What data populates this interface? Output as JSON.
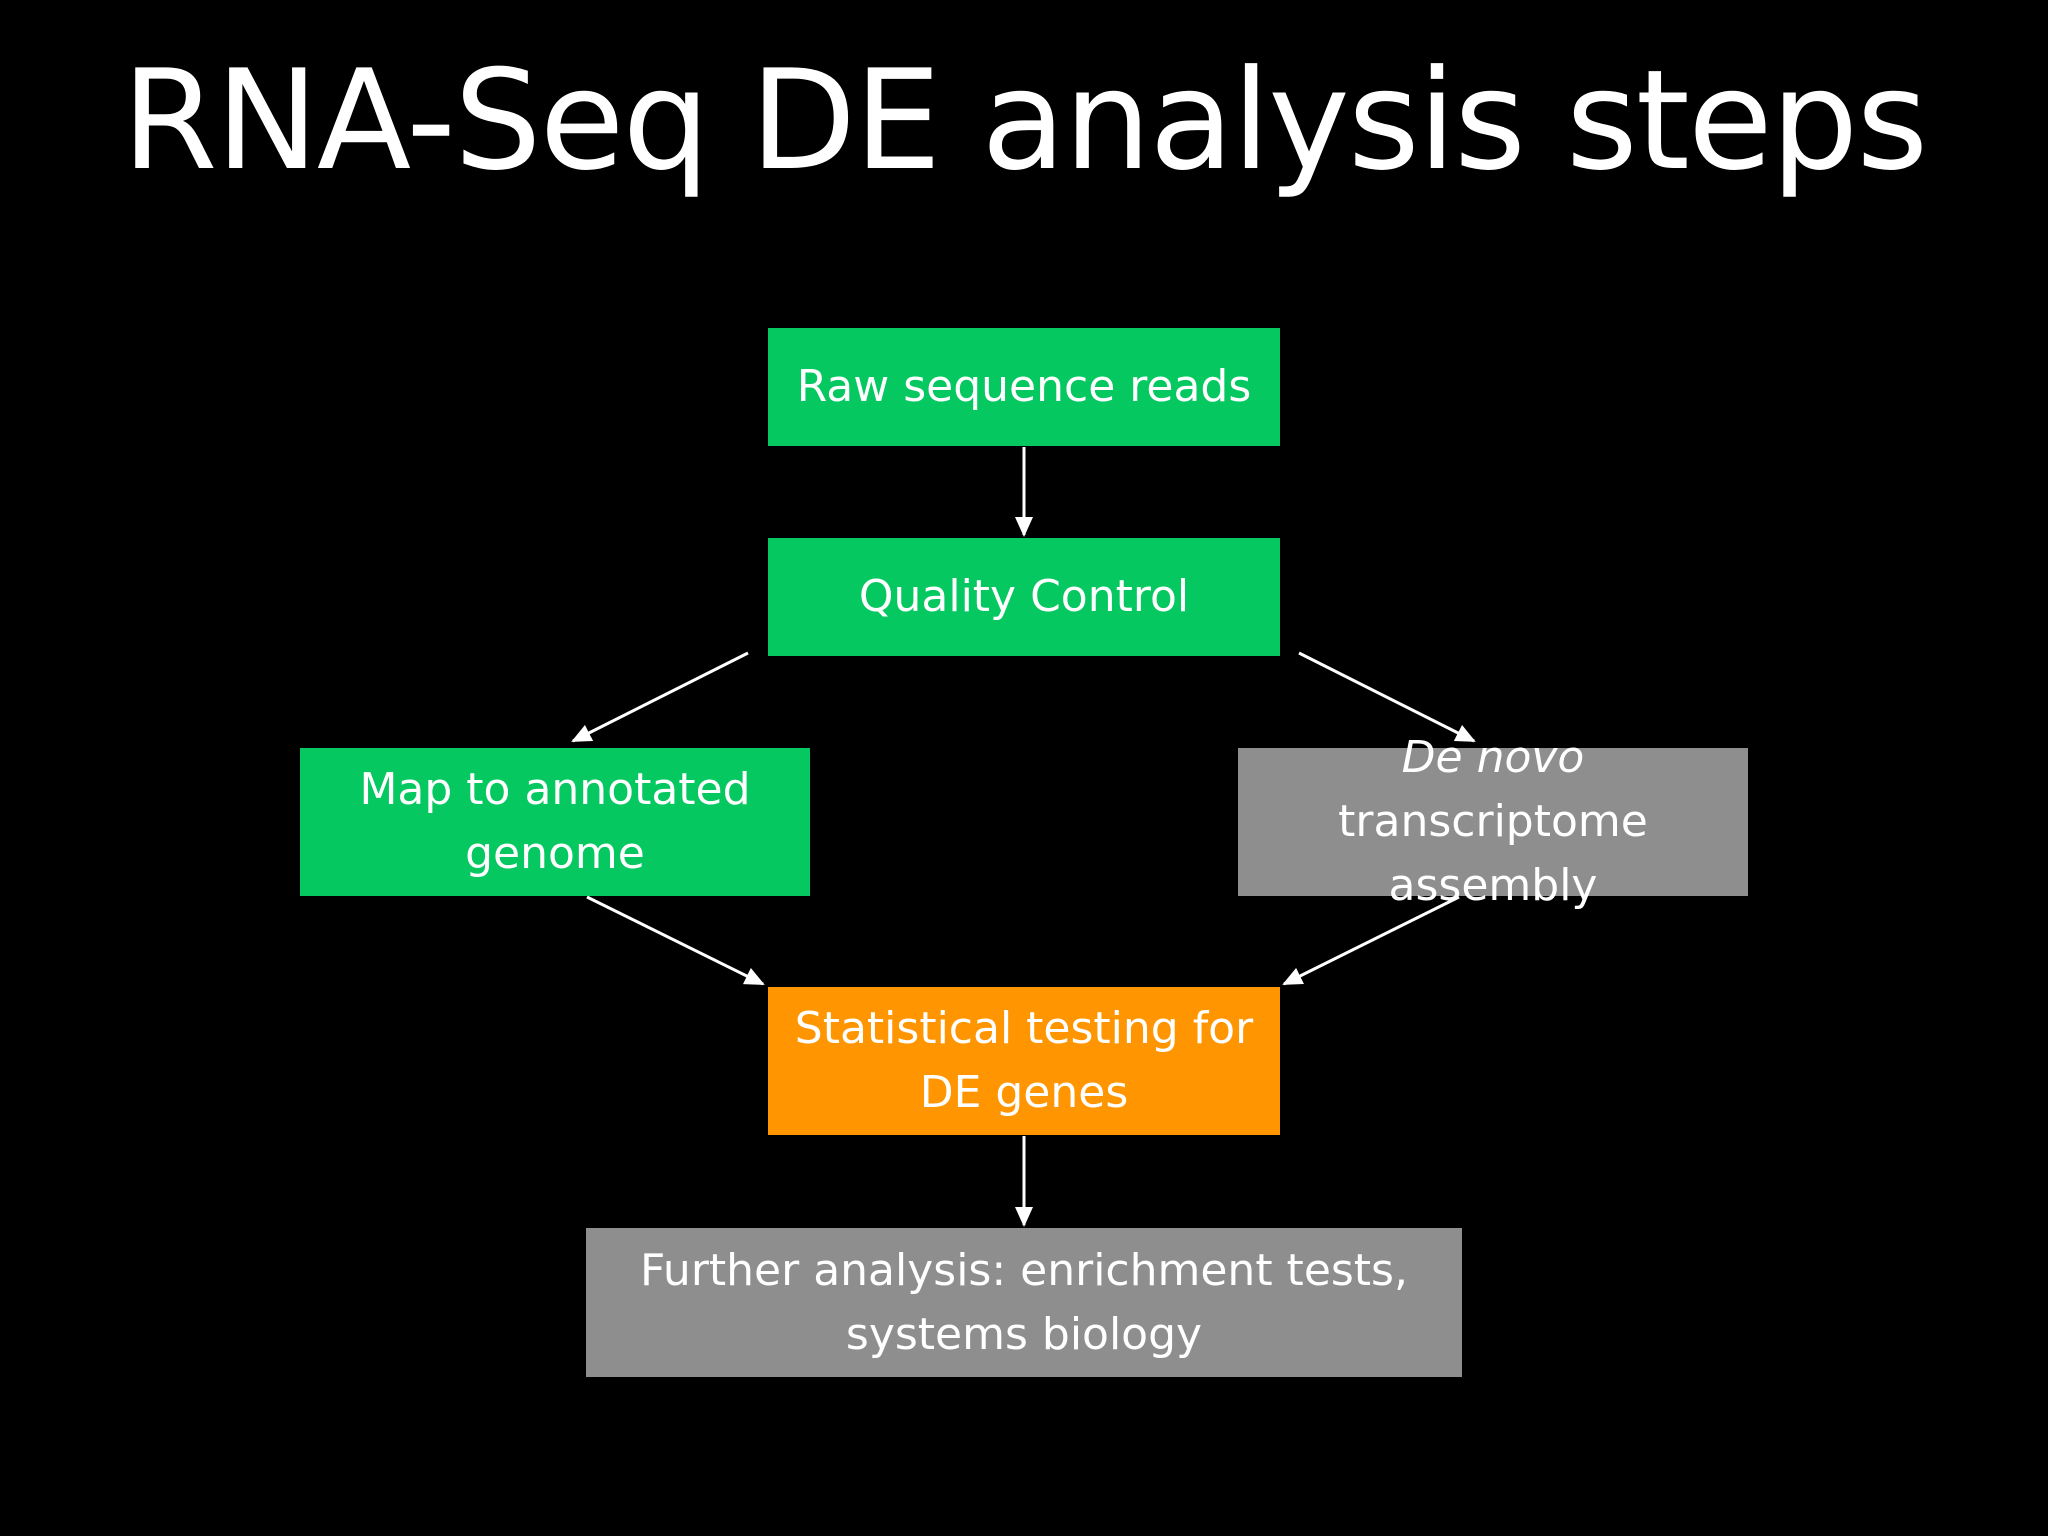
{
  "title": "RNA-Seq DE analysis steps",
  "colors": {
    "background": "#000000",
    "green": "#05c860",
    "gray": "#8e8e8e",
    "orange": "#ff9500",
    "arrow": "#ffffff"
  },
  "nodes": {
    "raw": {
      "label": "Raw sequence reads",
      "color": "#05c860"
    },
    "qc": {
      "label": "Quality Control",
      "color": "#05c860"
    },
    "map": {
      "label": "Map to annotated\ngenome",
      "color": "#05c860"
    },
    "denovo": {
      "label_italic": "De novo",
      "label_rest": " transcriptome\nassembly",
      "color": "#8e8e8e"
    },
    "stats": {
      "label": "Statistical testing for\nDE genes",
      "color": "#ff9500"
    },
    "further": {
      "label": "Further analysis: enrichment tests,\nsystems biology",
      "color": "#8e8e8e"
    }
  },
  "edges": [
    {
      "from": "raw",
      "to": "qc"
    },
    {
      "from": "qc",
      "to": "map"
    },
    {
      "from": "qc",
      "to": "denovo"
    },
    {
      "from": "map",
      "to": "stats"
    },
    {
      "from": "denovo",
      "to": "stats"
    },
    {
      "from": "stats",
      "to": "further"
    }
  ]
}
